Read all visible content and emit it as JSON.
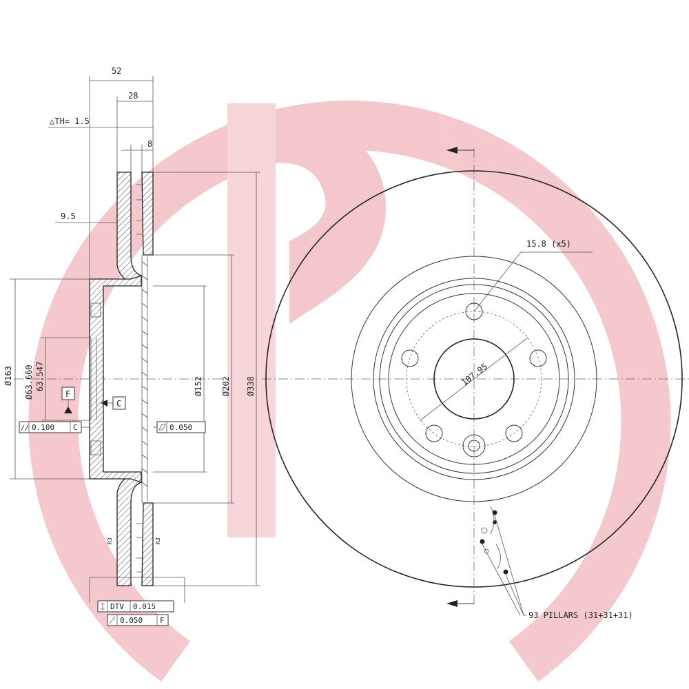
{
  "drawing": {
    "dims": {
      "overall_width": "52",
      "disc_width": "28",
      "th": "△TH= 1.5",
      "pillar_gap": "8",
      "hat_step": "9.5",
      "d163": "Ø163",
      "bore_max": "Ø63.660",
      "bore_min": "63.547",
      "d152": "Ø152",
      "d202": "Ø202",
      "d338": "Ø338",
      "pcd": "107.95",
      "bolt_holes": "15.8 (x5)",
      "pillars": "93 PILLARS (31+31+31)"
    },
    "datums": {
      "f": "F",
      "c": "C"
    },
    "tolerances": {
      "parallelism": "0.100",
      "parallelism_ref": "C",
      "flatness": "0.050",
      "dtv_label": "DTV",
      "dtv_value": "0.015",
      "runout": "0.050",
      "runout_ref": "F"
    },
    "notes": {
      "surface_left": "R3",
      "surface_right": "R3"
    },
    "colors": {
      "watermark": "#f3c5c9",
      "line": "#222222"
    }
  }
}
